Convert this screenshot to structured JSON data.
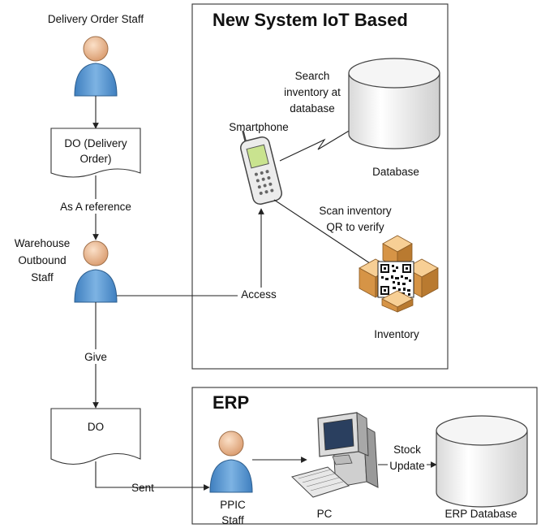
{
  "titles": {
    "iot_system": "New System IoT Based",
    "erp": "ERP"
  },
  "actors": {
    "delivery_order_staff": "Delivery Order Staff",
    "warehouse_staff": [
      "Warehouse",
      "Outbound",
      "Staff"
    ],
    "ppic_staff": [
      "PPIC",
      "Staff"
    ]
  },
  "documents": {
    "delivery_order": [
      "DO (Delivery",
      "Order)"
    ],
    "do": "DO"
  },
  "devices": {
    "smartphone": "Smartphone",
    "database": "Database",
    "inventory": "Inventory",
    "pc": "PC",
    "erp_database": "ERP Database"
  },
  "edges": {
    "as_reference": "As A reference",
    "give": "Give",
    "access": "Access",
    "sent": "Sent",
    "search_inventory": [
      "Search",
      "inventory at",
      "database"
    ],
    "scan_inventory": [
      "Scan inventory",
      "QR to verify"
    ],
    "stock_update": [
      "Stock",
      "Update"
    ]
  },
  "colors": {
    "person_body": "#5b9bd5",
    "person_head": "#f2c09a",
    "box_fill": "#e3a455",
    "cylinder_fill": "#ffffff"
  }
}
